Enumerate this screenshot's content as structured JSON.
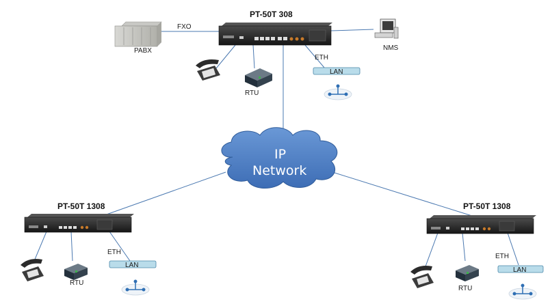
{
  "top_node": {
    "title": "PT-50T 308",
    "fxo_label": "FXO",
    "pabx_label": "PABX",
    "nms_label": "NMS",
    "rtu_label": "RTU",
    "eth_label": "ETH",
    "lan_label": "LAN"
  },
  "cloud": {
    "line1": "IP",
    "line2": "Network"
  },
  "left_node": {
    "title": "PT-50T 1308",
    "rtu_label": "RTU",
    "eth_label": "ETH",
    "lan_label": "LAN"
  },
  "right_node": {
    "title": "PT-50T 1308",
    "rtu_label": "RTU",
    "eth_label": "ETH",
    "lan_label": "LAN"
  },
  "colors": {
    "link": "#4a78b0",
    "cloud": "#4a7bc0",
    "lan_box": "#b9dcea",
    "device_body": "#2a2a2a"
  }
}
